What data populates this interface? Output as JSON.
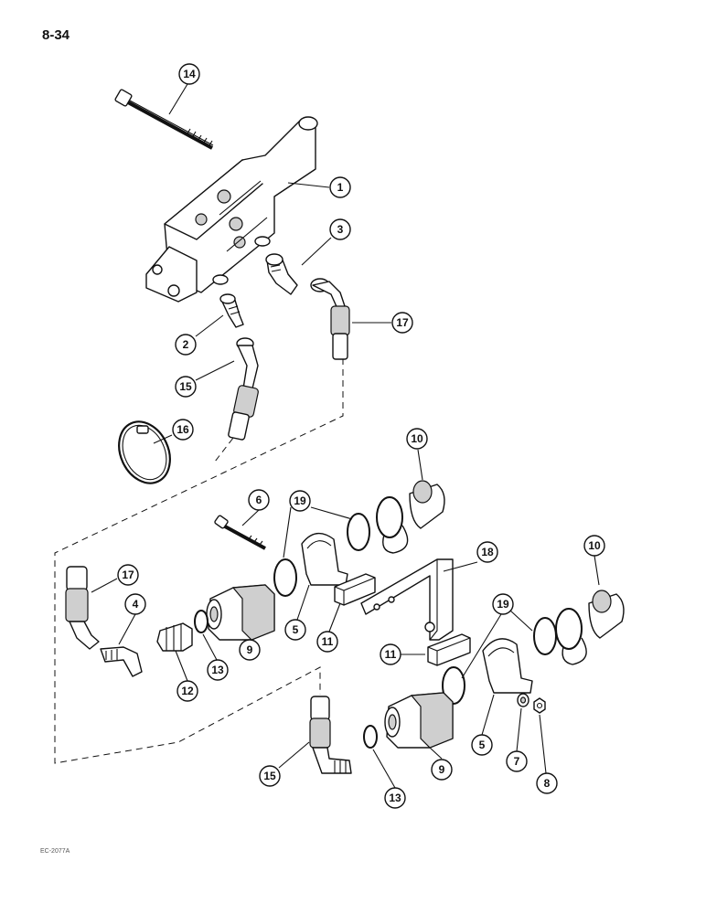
{
  "page": {
    "number": "8-34",
    "drawing_code": "EC-2077A"
  },
  "callouts": [
    {
      "id": "c14",
      "label": "14"
    },
    {
      "id": "c1",
      "label": "1"
    },
    {
      "id": "c3",
      "label": "3"
    },
    {
      "id": "c17a",
      "label": "17"
    },
    {
      "id": "c2",
      "label": "2"
    },
    {
      "id": "c15a",
      "label": "15"
    },
    {
      "id": "c16",
      "label": "16"
    },
    {
      "id": "c10a",
      "label": "10"
    },
    {
      "id": "c6",
      "label": "6"
    },
    {
      "id": "c19a",
      "label": "19"
    },
    {
      "id": "c18",
      "label": "18"
    },
    {
      "id": "c10b",
      "label": "10"
    },
    {
      "id": "c17b",
      "label": "17"
    },
    {
      "id": "c4",
      "label": "4"
    },
    {
      "id": "c5a",
      "label": "5"
    },
    {
      "id": "c11a",
      "label": "11"
    },
    {
      "id": "c19b",
      "label": "19"
    },
    {
      "id": "c12",
      "label": "12"
    },
    {
      "id": "c13a",
      "label": "13"
    },
    {
      "id": "c9a",
      "label": "9"
    },
    {
      "id": "c11b",
      "label": "11"
    },
    {
      "id": "c5b",
      "label": "5"
    },
    {
      "id": "c7",
      "label": "7"
    },
    {
      "id": "c8",
      "label": "8"
    },
    {
      "id": "c15b",
      "label": "15"
    },
    {
      "id": "c13b",
      "label": "13"
    },
    {
      "id": "c9b",
      "label": "9"
    }
  ]
}
